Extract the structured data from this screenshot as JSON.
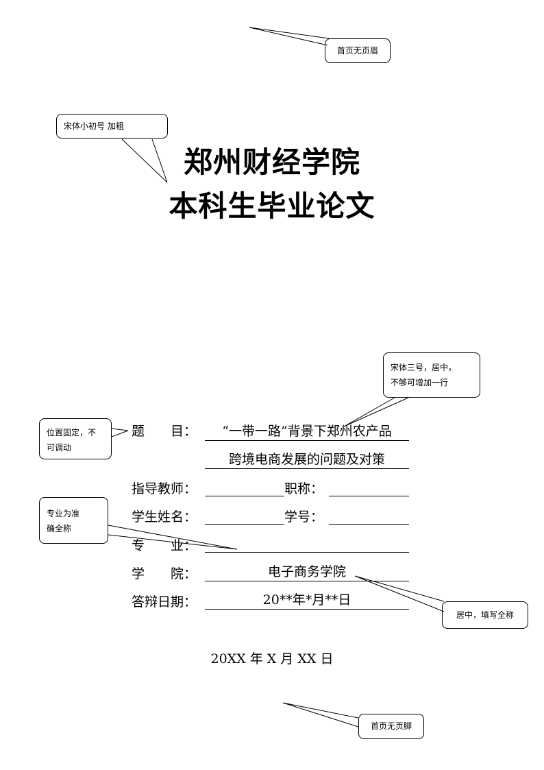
{
  "callouts": {
    "header_note": "首页无页眉",
    "title_font_note": "宋体小初号  加粗",
    "topic_font_note": [
      "宋体三号，居中，",
      "不够可增加一行"
    ],
    "position_note": [
      "位置固定，不",
      "可调动"
    ],
    "major_note": [
      "专业为准",
      "确全称"
    ],
    "center_note": "居中，填写全称",
    "footer_note": "首页无页脚"
  },
  "title": {
    "line1": "郑州财经学院",
    "line2": "本科生毕业论文"
  },
  "form": {
    "topic_label": "题　　目：",
    "topic_line1": "“一带一路”背景下郑州农产品",
    "topic_line2": "跨境电商发展的问题及对策",
    "advisor_label": "指导教师：",
    "advisor_value": "",
    "title_label": "职称：",
    "title_value": "",
    "student_label": "学生姓名：",
    "student_value": "",
    "id_label": "学号：",
    "id_value": "",
    "major_label": "专　　业：",
    "major_value": "",
    "college_label": "学　　院：",
    "college_value": "电子商务学院",
    "defense_label": "答辩日期：",
    "defense_value": "20**年*月**日"
  },
  "date": "20XX 年 X 月 XX 日"
}
